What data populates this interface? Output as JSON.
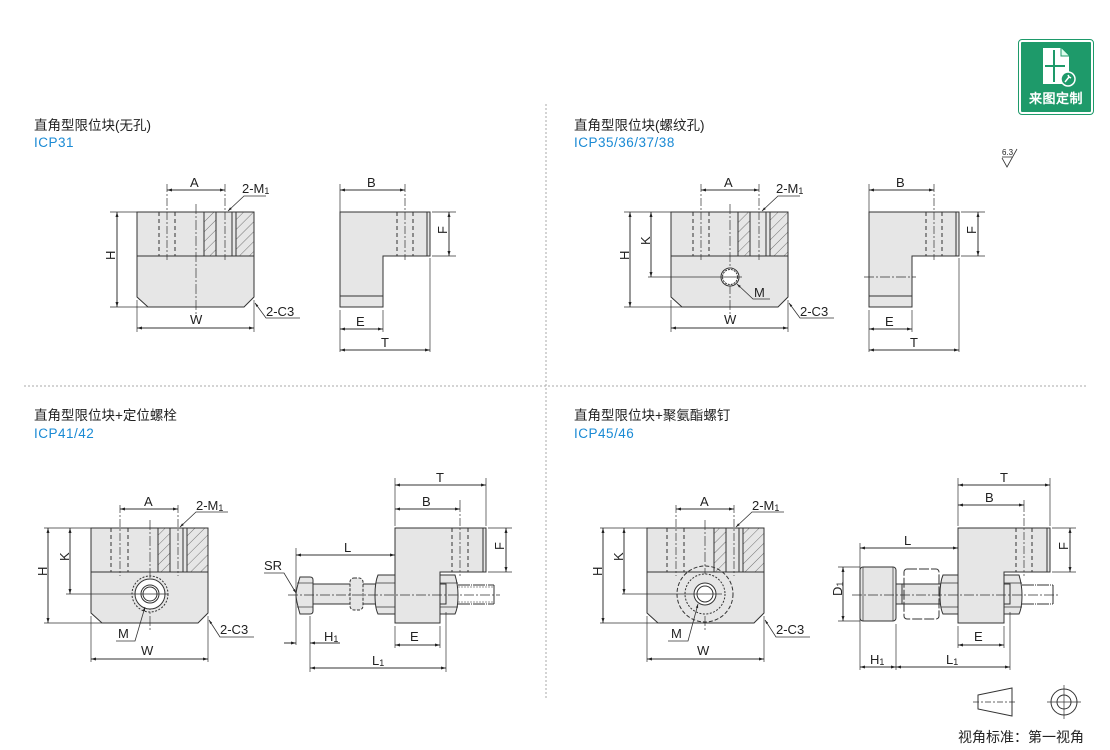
{
  "badge": {
    "label": "来图定制",
    "icon": "custom-drawing-icon",
    "color": "#1e9a6a"
  },
  "roughness": {
    "value": "6.3"
  },
  "sections": [
    {
      "title": "直角型限位块(无孔)",
      "model": "ICP31",
      "front_labels": {
        "A": "A",
        "M1": "2-M1",
        "H": "H",
        "W": "W",
        "C3": "2-C3"
      },
      "side_labels": {
        "B": "B",
        "F": "F",
        "E": "E",
        "T": "T"
      }
    },
    {
      "title": "直角型限位块(螺纹孔)",
      "model": "ICP35/36/37/38",
      "front_labels": {
        "A": "A",
        "M1": "2-M1",
        "H": "H",
        "K": "K",
        "M": "M",
        "W": "W",
        "C3": "2-C3"
      },
      "side_labels": {
        "B": "B",
        "F": "F",
        "E": "E",
        "T": "T"
      }
    },
    {
      "title": "直角型限位块+定位螺栓",
      "model": "ICP41/42",
      "front_labels": {
        "A": "A",
        "M1": "2-M1",
        "H": "H",
        "K": "K",
        "M": "M",
        "W": "W",
        "C3": "2-C3"
      },
      "side_labels": {
        "T": "T",
        "B": "B",
        "F": "F",
        "L": "L",
        "SR": "SR",
        "H1": "H1",
        "E": "E",
        "L1": "L1"
      }
    },
    {
      "title": "直角型限位块+聚氨酯螺钉",
      "model": "ICP45/46",
      "front_labels": {
        "A": "A",
        "M1": "2-M1",
        "H": "H",
        "K": "K",
        "M": "M",
        "W": "W",
        "C3": "2-C3"
      },
      "side_labels": {
        "T": "T",
        "B": "B",
        "F": "F",
        "L": "L",
        "D1": "D1",
        "H1": "H1",
        "E": "E",
        "L1": "L1"
      }
    }
  ],
  "view_standard": {
    "label": "视角标准：第一视角"
  },
  "subscript": "1"
}
